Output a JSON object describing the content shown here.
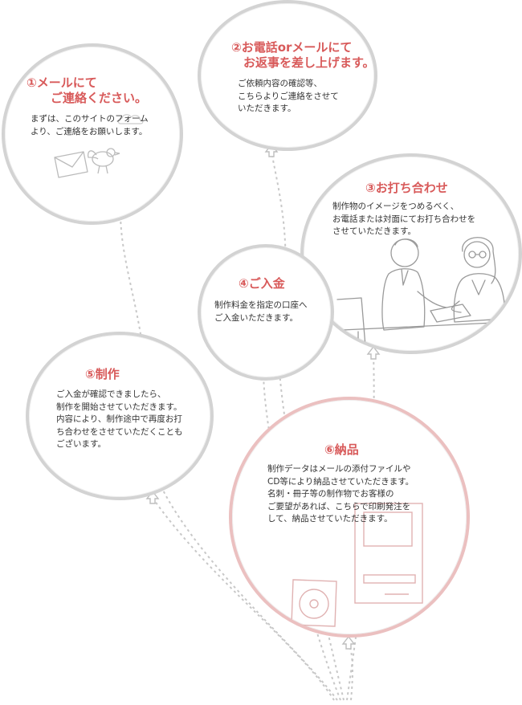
{
  "steps": [
    {
      "num": "①",
      "title": "メールにて\n　　ご連絡ください。",
      "text": "まずは、このサイトのフォーム\nより、ご連絡をお願いします。"
    },
    {
      "num": "②",
      "title": "お電話orメールにて\n　お返事を差し上げます。",
      "text": "ご依頼内容の確認等、\nこちらよりご連絡をさせて\nいただきます。"
    },
    {
      "num": "③",
      "title": "お打ち合わせ",
      "text": "制作物のイメージをつめるべく、\nお電話または対面にてお打ち合わせを\nさせていただきます。"
    },
    {
      "num": "④",
      "title": "ご入金",
      "text": "制作料金を指定の口座へ\nご入金いただきます。"
    },
    {
      "num": "⑤",
      "title": "制作",
      "text": "ご入金が確認できましたら、\n制作を開始させていただきます。\n内容により、制作途中で再度お打\nち合わせをさせていただくことも\nございます。"
    },
    {
      "num": "⑥",
      "title": "納品",
      "text": "制作データはメールの添付ファイルや\nCD等により納品させていただきます。\n名刺・冊子等の制作物でお客様の\nご要望があれば、こちらで印刷発注を\nして、納品させていただきます。"
    }
  ],
  "colors": {
    "accent": "#d85a5a",
    "bubble_border": "#d3d3d3",
    "bubble_border_pink": "#ebc0c0",
    "dashed_line": "#c8c8c8",
    "text": "#333333"
  },
  "icons": [
    "envelope-icon",
    "bird-icon",
    "arrow-up-icon",
    "cd-case-icon",
    "document-icon",
    "meeting-illustration"
  ]
}
